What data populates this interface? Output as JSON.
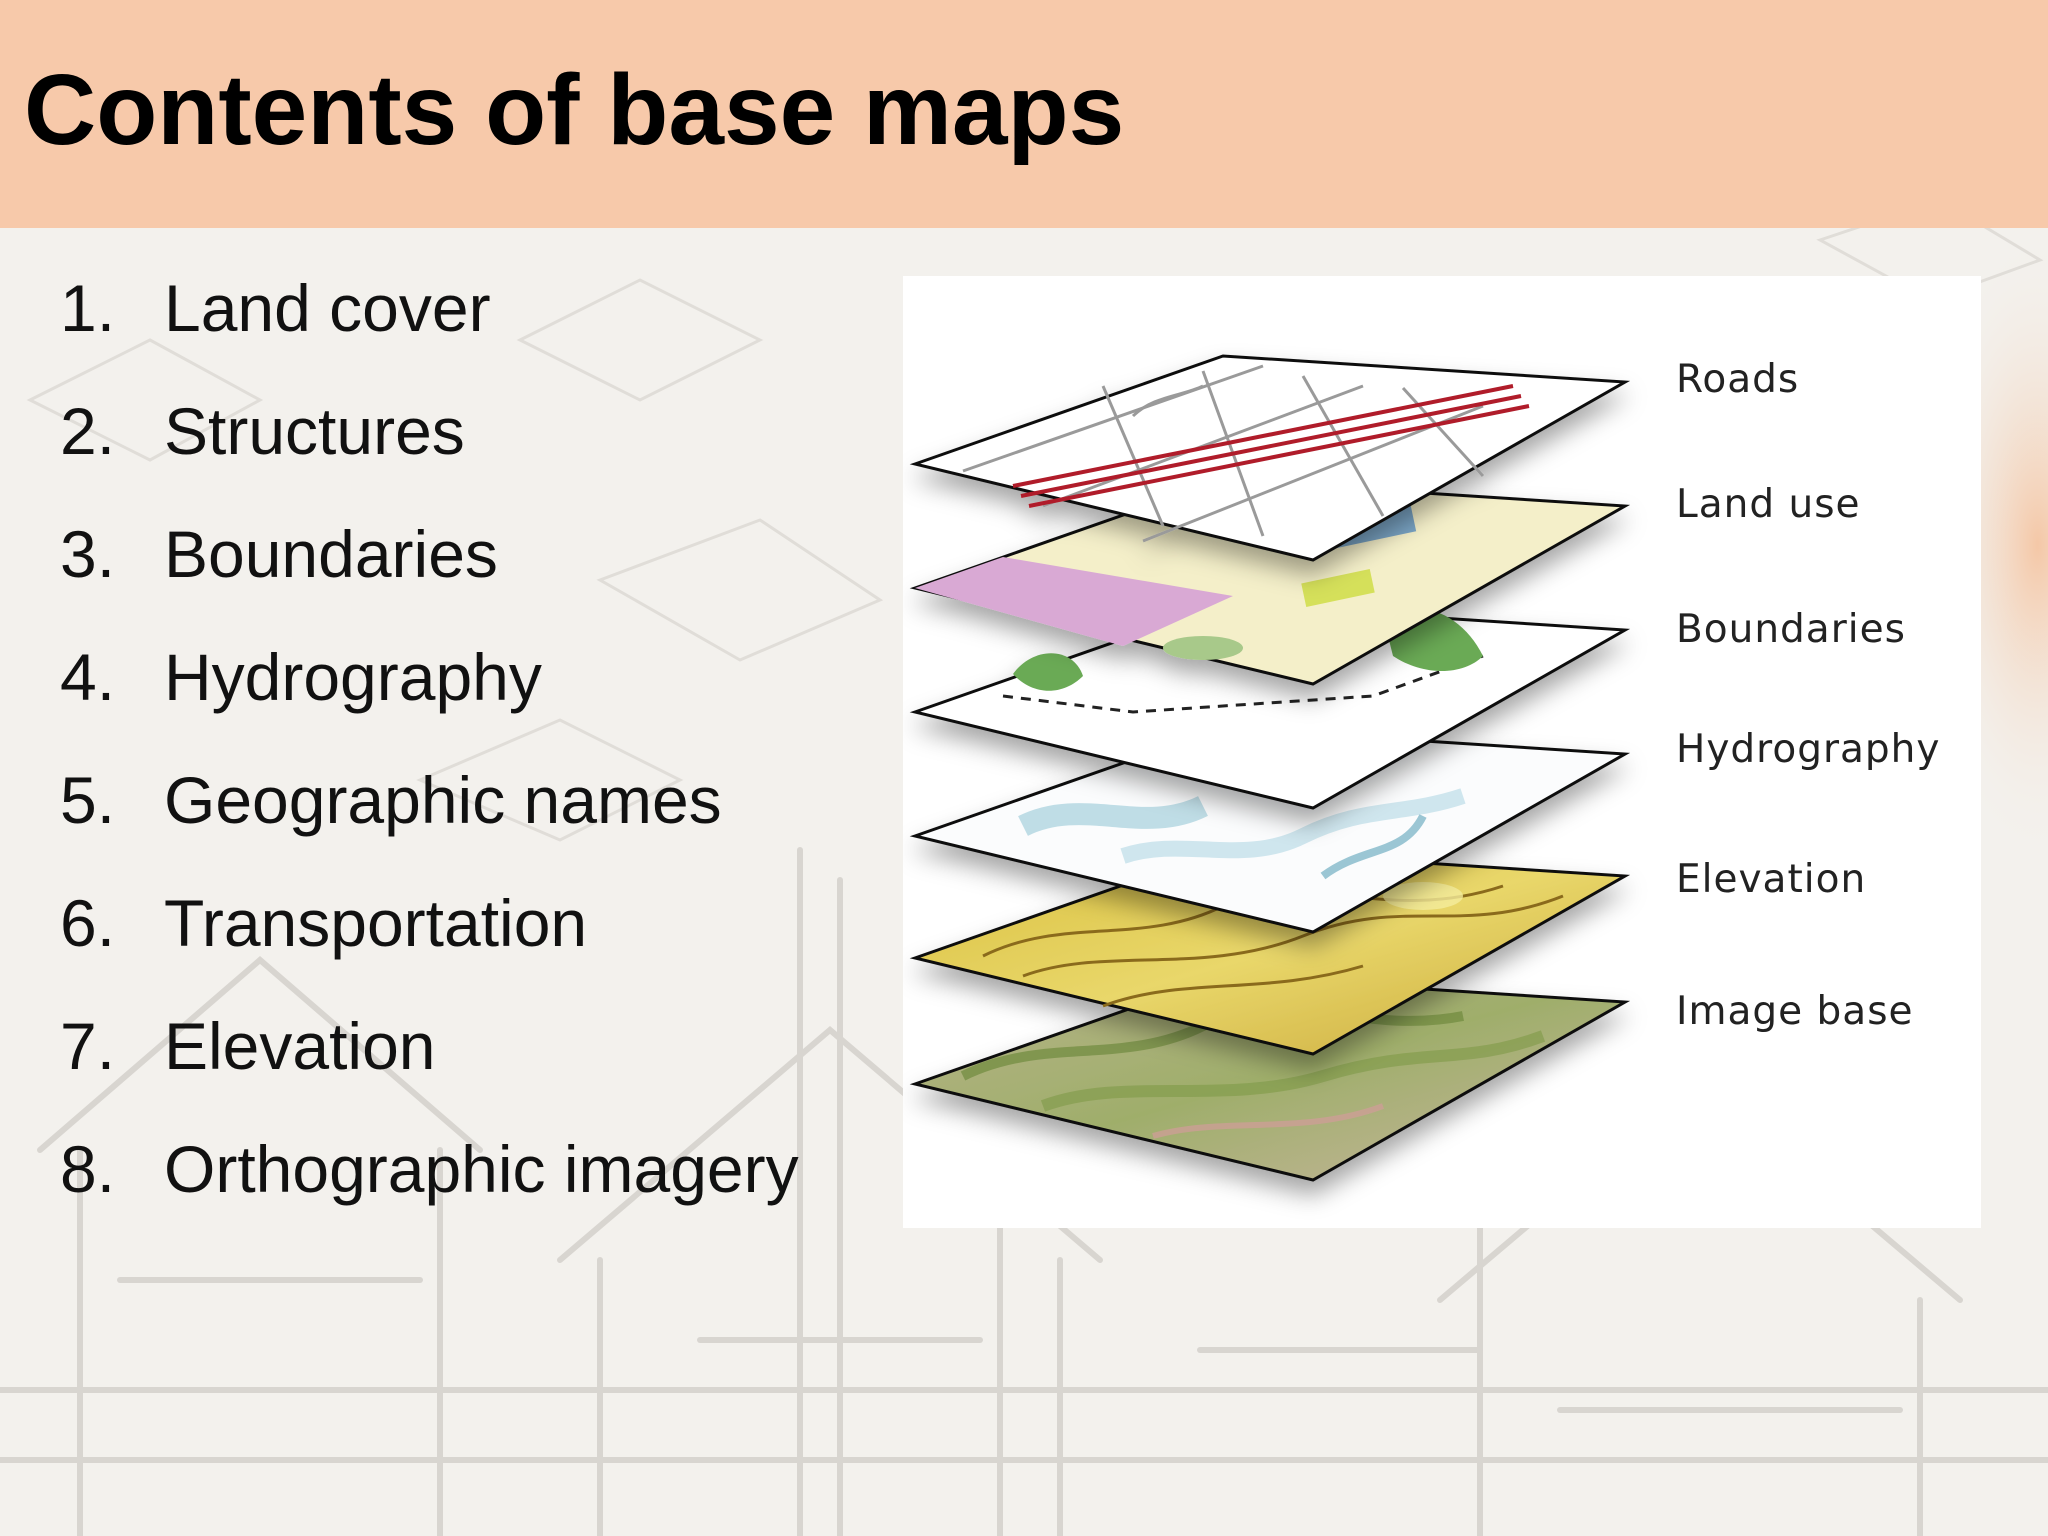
{
  "slide": {
    "title": "Contents of base maps",
    "items": [
      {
        "number": "1.",
        "text": "Land cover"
      },
      {
        "number": "2.",
        "text": "Structures"
      },
      {
        "number": "3.",
        "text": "Boundaries"
      },
      {
        "number": "4.",
        "text": "Hydrography"
      },
      {
        "number": "5.",
        "text": "Geographic names"
      },
      {
        "number": "6.",
        "text": "Transportation"
      },
      {
        "number": "7.",
        "text": "Elevation"
      },
      {
        "number": "8.",
        "text": "Orthographic imagery"
      }
    ]
  },
  "figure": {
    "layers": [
      {
        "label": "Roads"
      },
      {
        "label": "Land use"
      },
      {
        "label": "Boundaries"
      },
      {
        "label": "Hydrography"
      },
      {
        "label": "Elevation"
      },
      {
        "label": "Image base"
      }
    ]
  },
  "colors": {
    "title_band": "#f7c9aa",
    "slide_background": "#f3f1ed",
    "figure_background": "#ffffff"
  }
}
